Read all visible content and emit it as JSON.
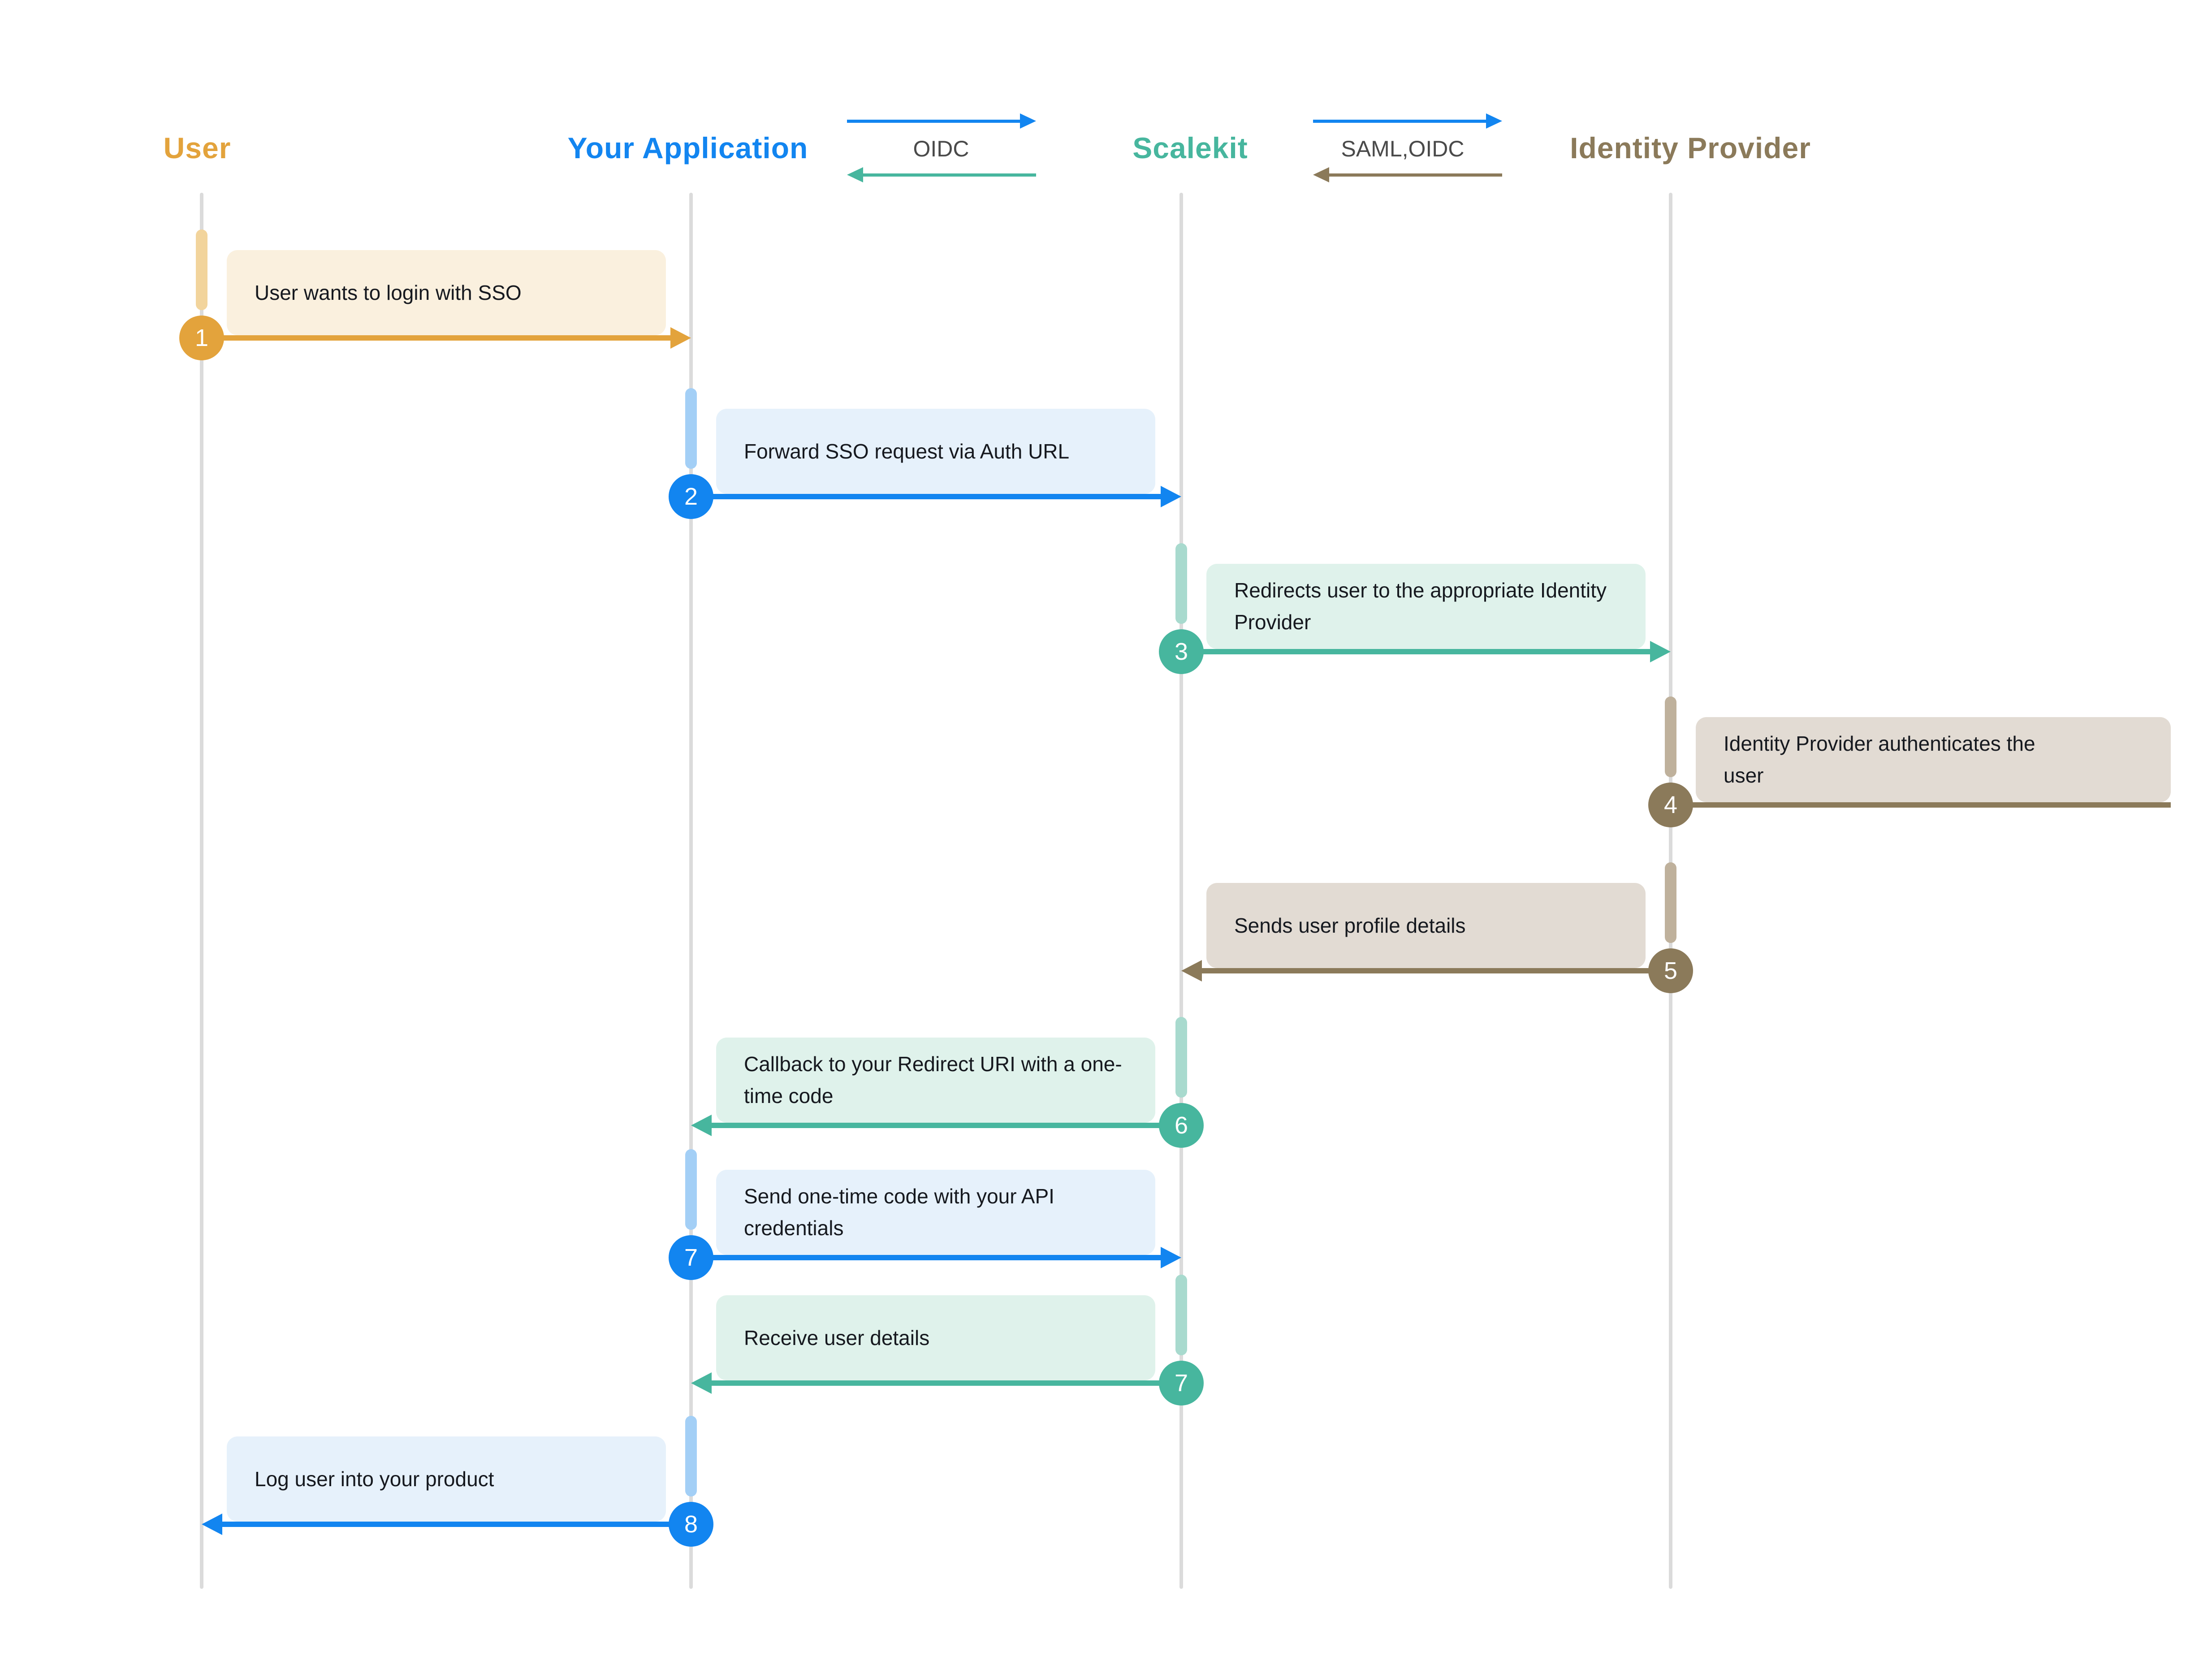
{
  "actors": [
    {
      "name": "User",
      "theme": "orange"
    },
    {
      "name": "Your Application",
      "theme": "blue"
    },
    {
      "name": "Scalekit",
      "theme": "teal"
    },
    {
      "name": "Identity Provider",
      "theme": "brown"
    }
  ],
  "protocols": [
    {
      "label": "OIDC",
      "between": [
        "Your Application",
        "Scalekit"
      ],
      "forward_arrow_color": "#1285F0",
      "back_arrow_color": "#47B69E"
    },
    {
      "label": "SAML,OIDC",
      "between": [
        "Scalekit",
        "Identity Provider"
      ],
      "forward_arrow_color": "#1285F0",
      "back_arrow_color": "#8B7A5A"
    }
  ],
  "messages": [
    {
      "step": "1",
      "text": "User wants to login with SSO",
      "from": "User",
      "to": "Your Application",
      "direction": "right",
      "theme": "orange"
    },
    {
      "step": "2",
      "text": "Forward SSO request via Auth URL",
      "from": "Your Application",
      "to": "Scalekit",
      "direction": "right",
      "theme": "blue"
    },
    {
      "step": "3",
      "text": "Redirects user to the appropriate Identity Provider",
      "from": "Scalekit",
      "to": "Identity Provider",
      "direction": "right",
      "theme": "teal"
    },
    {
      "step": "4",
      "text": "Identity Provider authenticates the user",
      "from": "Identity Provider",
      "to": "Identity Provider",
      "direction": "self",
      "theme": "brown"
    },
    {
      "step": "5",
      "text": "Sends user profile details",
      "from": "Identity Provider",
      "to": "Scalekit",
      "direction": "left",
      "theme": "brown"
    },
    {
      "step": "6",
      "text": "Callback to your Redirect URI with a one-time code",
      "from": "Scalekit",
      "to": "Your Application",
      "direction": "left",
      "theme": "teal"
    },
    {
      "step": "7",
      "text": "Send one-time code with your API credentials",
      "from": "Your Application",
      "to": "Scalekit",
      "direction": "right",
      "theme": "blue"
    },
    {
      "step": "7",
      "text": "Receive user details",
      "from": "Scalekit",
      "to": "Your Application",
      "direction": "left",
      "theme": "teal"
    },
    {
      "step": "8",
      "text": "Log user into your product",
      "from": "Your Application",
      "to": "User",
      "direction": "left",
      "theme": "blue"
    }
  ],
  "colors": {
    "orange": {
      "main": "#E3A33C",
      "light": "#F2D49C",
      "bg": "#FAF0DE"
    },
    "blue": {
      "main": "#1285F0",
      "light": "#A3CFF6",
      "bg": "#E6F1FB"
    },
    "teal": {
      "main": "#47B69E",
      "light": "#A8DACE",
      "bg": "#DFF2EB"
    },
    "brown": {
      "main": "#8B7A5A",
      "light": "#BFB19C",
      "bg": "#E2DBD3"
    },
    "neutral": {
      "lifeline": "#DBDBDB",
      "protocol-label": "#4A4A4A",
      "message-text": "#16191F",
      "background": "#FFFFFF"
    }
  }
}
